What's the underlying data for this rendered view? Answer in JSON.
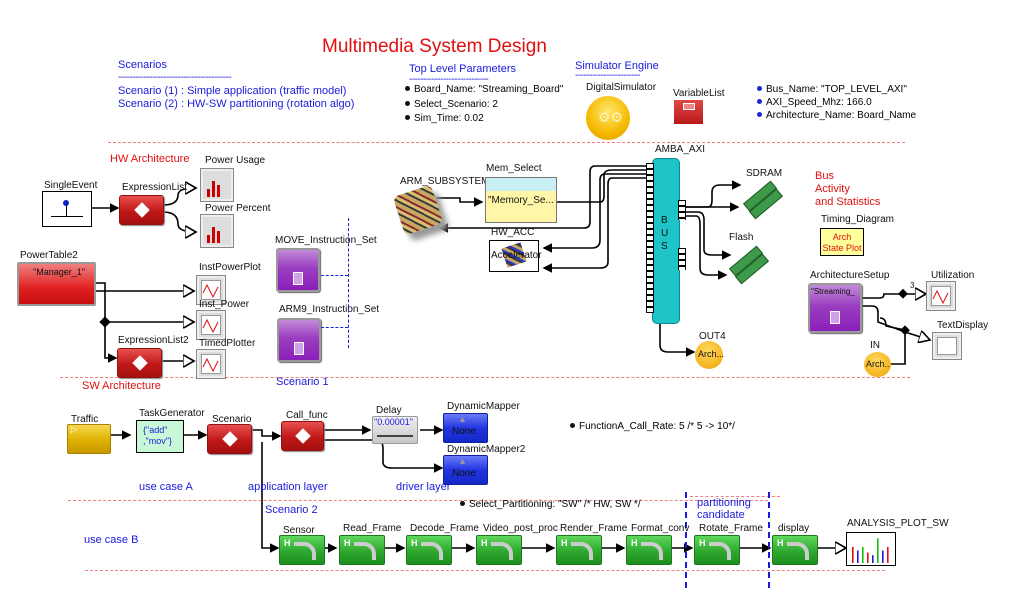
{
  "title": "Multimedia System Design",
  "scenarios": {
    "heading": "Scenarios",
    "separator": "----------------------------------------",
    "items": [
      "Scenario (1) :  Simple application (traffic model)",
      "Scenario (2) :  HW-SW partitioning (rotation algo)"
    ]
  },
  "top_level_parameters": {
    "heading": "Top Level Parameters",
    "separator": "----------------------------",
    "items": [
      "Board_Name: \"Streaming_Board\"",
      "Select_Scenario: 2",
      "Sim_Time: 0.02"
    ]
  },
  "simulator_engine": {
    "heading": "Simulator Engine",
    "separator": "-----------------------",
    "director_label": "DigitalSimulator"
  },
  "variable_list": {
    "label": "VariableList"
  },
  "bus_parameters": [
    "Bus_Name: \"TOP_LEVEL_AXI\"",
    "AXI_Speed_Mhz: 166.0",
    "Architecture_Name: Board_Name"
  ],
  "hw_architecture": {
    "section_label": "HW Architecture",
    "single_event": "SingleEvent",
    "expression_list": "ExpressionList",
    "power_usage": "Power Usage",
    "power_percent": "Power Percent"
  },
  "sw_architecture": {
    "section_label": "SW Architecture",
    "power_table": {
      "label": "PowerTable2",
      "value": "\"Manager_1\""
    },
    "inst_power_plot": "InstPowerPlot",
    "inst_power": "Inst_Power",
    "expression_list2": "ExpressionList2",
    "timed_plotter": "TimedPlotter",
    "move_instruction_set": "MOVE_Instruction_Set",
    "arm9_instruction_set": "ARM9_Instruction_Set",
    "scenario1_label": "Scenario 1"
  },
  "platform": {
    "arm_subsystem": "ARM_SUBSYSTEM",
    "mem_select": {
      "label": "Mem_Select",
      "value": "\"Memory_Se..."
    },
    "hw_acc": {
      "label": "HW_ACC",
      "inner": "Accelerator"
    },
    "bus": {
      "label": "AMBA_AXI",
      "text": "B\nU\nS"
    },
    "sdram": "SDRAM",
    "flash": "Flash",
    "out4": {
      "label": "OUT4",
      "value": "Arch..."
    }
  },
  "bus_activity": {
    "heading_lines": [
      "Bus",
      "Activity",
      "and Statistics"
    ],
    "timing_diagram": {
      "label": "Timing_Diagram",
      "lines": [
        "Arch",
        "State Plot"
      ]
    },
    "architecture_setup": {
      "label": "ArchitectureSetup",
      "value": "\"Streaming_"
    },
    "utilization": "Utilization",
    "width_marker": "3",
    "text_display": "TextDisplay",
    "in_port": {
      "label": "IN",
      "value": "Arch.."
    }
  },
  "use_case_a": {
    "traffic": "Traffic",
    "task_generator": {
      "label": "TaskGenerator",
      "lines": [
        "{\"add\"",
        ",\"mov\"}"
      ]
    },
    "scenario": "Scenario",
    "call_func": "Call_func",
    "delay": {
      "label": "Delay",
      "value": "\"0.00001\""
    },
    "dynamic_mapper": {
      "label": "DynamicMapper",
      "value": "None"
    },
    "dynamic_mapper2": {
      "label": "DynamicMapper2",
      "value": "None"
    },
    "use_case_label": "use case A",
    "application_layer": "application layer",
    "driver_layer": "driver layer",
    "call_rate_param": "FunctionA_Call_Rate: 5  /* 5 -> 10*/"
  },
  "use_case_b": {
    "use_case_label": "use case B",
    "scenario2_label": "Scenario 2",
    "partitioning_param": "Select_Partitioning: \"SW\" /*  HW, SW */",
    "partitioning_candidate": [
      "partitioning",
      "candidate"
    ],
    "stages": [
      "Sensor",
      "Read_Frame",
      "Decode_Frame",
      "Video_post_proc",
      "Render_Frame",
      "Format_conv",
      "Rotate_Frame",
      "display"
    ],
    "stage_glyph": "H",
    "analysis_plot": "ANALYSIS_PLOT_SW",
    "analysis_bars": [
      {
        "color": "#e01010",
        "value": 0.62
      },
      {
        "color": "#1a1adb",
        "value": 0.48
      },
      {
        "color": "#10c010",
        "value": 0.62
      },
      {
        "color": "#e01010",
        "value": 0.4
      },
      {
        "color": "#1a1adb",
        "value": 0.3
      },
      {
        "color": "#10c010",
        "value": 0.95
      },
      {
        "color": "#1a1adb",
        "value": 0.48
      },
      {
        "color": "#e01010",
        "value": 0.62
      }
    ]
  }
}
